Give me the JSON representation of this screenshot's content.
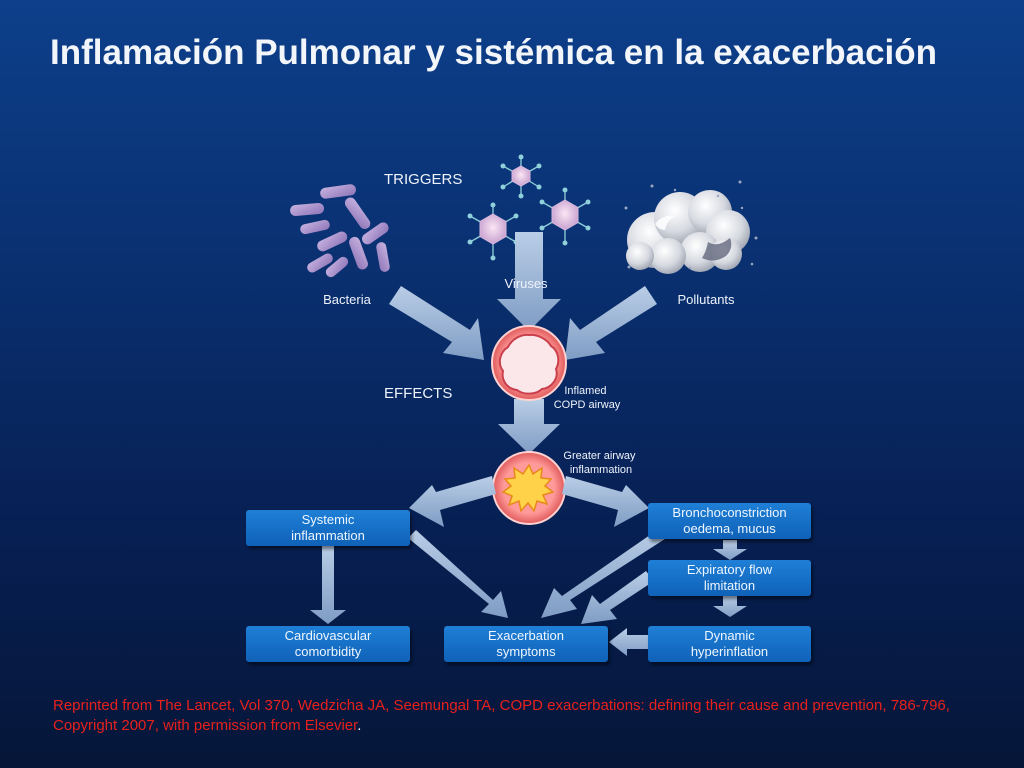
{
  "title": "Inflamación Pulmonar y sistémica en la exacerbación",
  "diagram": {
    "section_triggers": "TRIGGERS",
    "section_effects": "EFFECTS",
    "triggers": {
      "bacteria": "Bacteria",
      "viruses": "Viruses",
      "pollutants": "Pollutants"
    },
    "airway": {
      "inflamed_line1": "Inflamed",
      "inflamed_line2": "COPD airway",
      "greater_line1": "Greater airway",
      "greater_line2": "inflammation"
    },
    "boxes": {
      "systemic": {
        "line1": "Systemic",
        "line2": "inflammation"
      },
      "broncho": {
        "line1": "Bronchoconstriction",
        "line2": "oedema, mucus"
      },
      "expiratory": {
        "line1": "Expiratory flow",
        "line2": "limitation"
      },
      "cardio": {
        "line1": "Cardiovascular",
        "line2": "comorbidity"
      },
      "exacerbation": {
        "line1": "Exacerbation",
        "line2": "symptoms"
      },
      "dynamic": {
        "line1": "Dynamic",
        "line2": "hyperinflation"
      }
    }
  },
  "credit": {
    "text": "Reprinted from The Lancet, Vol 370, Wedzicha JA, Seemungal TA, COPD exacerbations: defining their cause and prevention, 786-796, Copyright 2007, with permission from Elsevier",
    "end_mark": "."
  }
}
